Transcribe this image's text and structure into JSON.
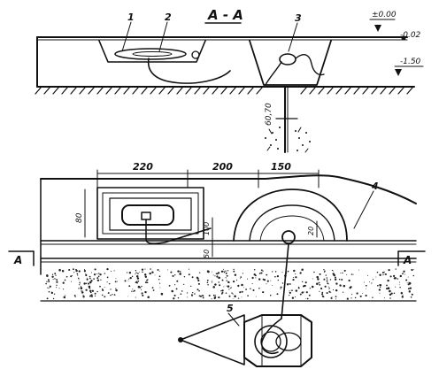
{
  "section_title": "А - А",
  "elevations": {
    "top": "±0.00",
    "top_right": "-0.02",
    "bottom": "-1.50"
  },
  "callouts": {
    "c1": "1",
    "c2": "2",
    "c3": "3",
    "c4": "4",
    "c5": "5"
  },
  "dimensions": {
    "depth": "60,70",
    "top_1": "220",
    "top_2": "200",
    "top_3": "150",
    "left_side": "80",
    "mid_1": "100",
    "mid_2": "50",
    "well_radius": "20"
  },
  "section_marks": {
    "left": "А",
    "right": "А"
  },
  "colors": {
    "ink": "#111111",
    "paper": "#ffffff"
  }
}
